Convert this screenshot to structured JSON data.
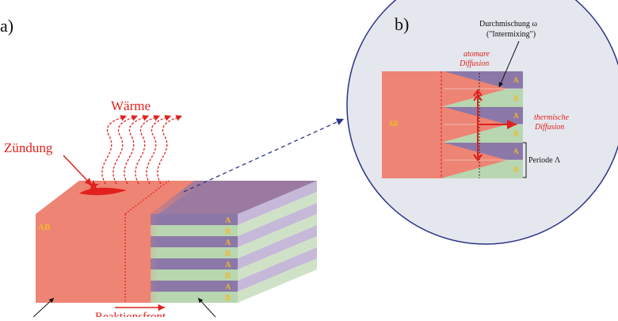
{
  "panel_a": {
    "label": "a)",
    "waerme": "Wärme",
    "zuendung": "Zündung",
    "product": "AB",
    "layer_a": "A",
    "layer_b": "B",
    "reaction_front": "Reaktionsfront"
  },
  "panel_b": {
    "label": "b)",
    "intermixing_line1": "Durchmischung ω",
    "intermixing_line2": "(\"Intermixing\")",
    "atomic_line1": "atomare",
    "atomic_line2": "Diffusion",
    "thermal_line1": "thermische",
    "thermal_line2": "Diffusion",
    "period": "Periode Λ",
    "product": "AB",
    "layer_a": "A",
    "layer_b": "B"
  },
  "colors": {
    "product": "#ee8474",
    "layer_a": "#8b78a8",
    "layer_b": "#b8d6b0",
    "red": "#e0211d",
    "label_gold": "#f2b82a",
    "zoom_circle": "#e4e7ee",
    "zoom_outline": "#2d3488"
  }
}
